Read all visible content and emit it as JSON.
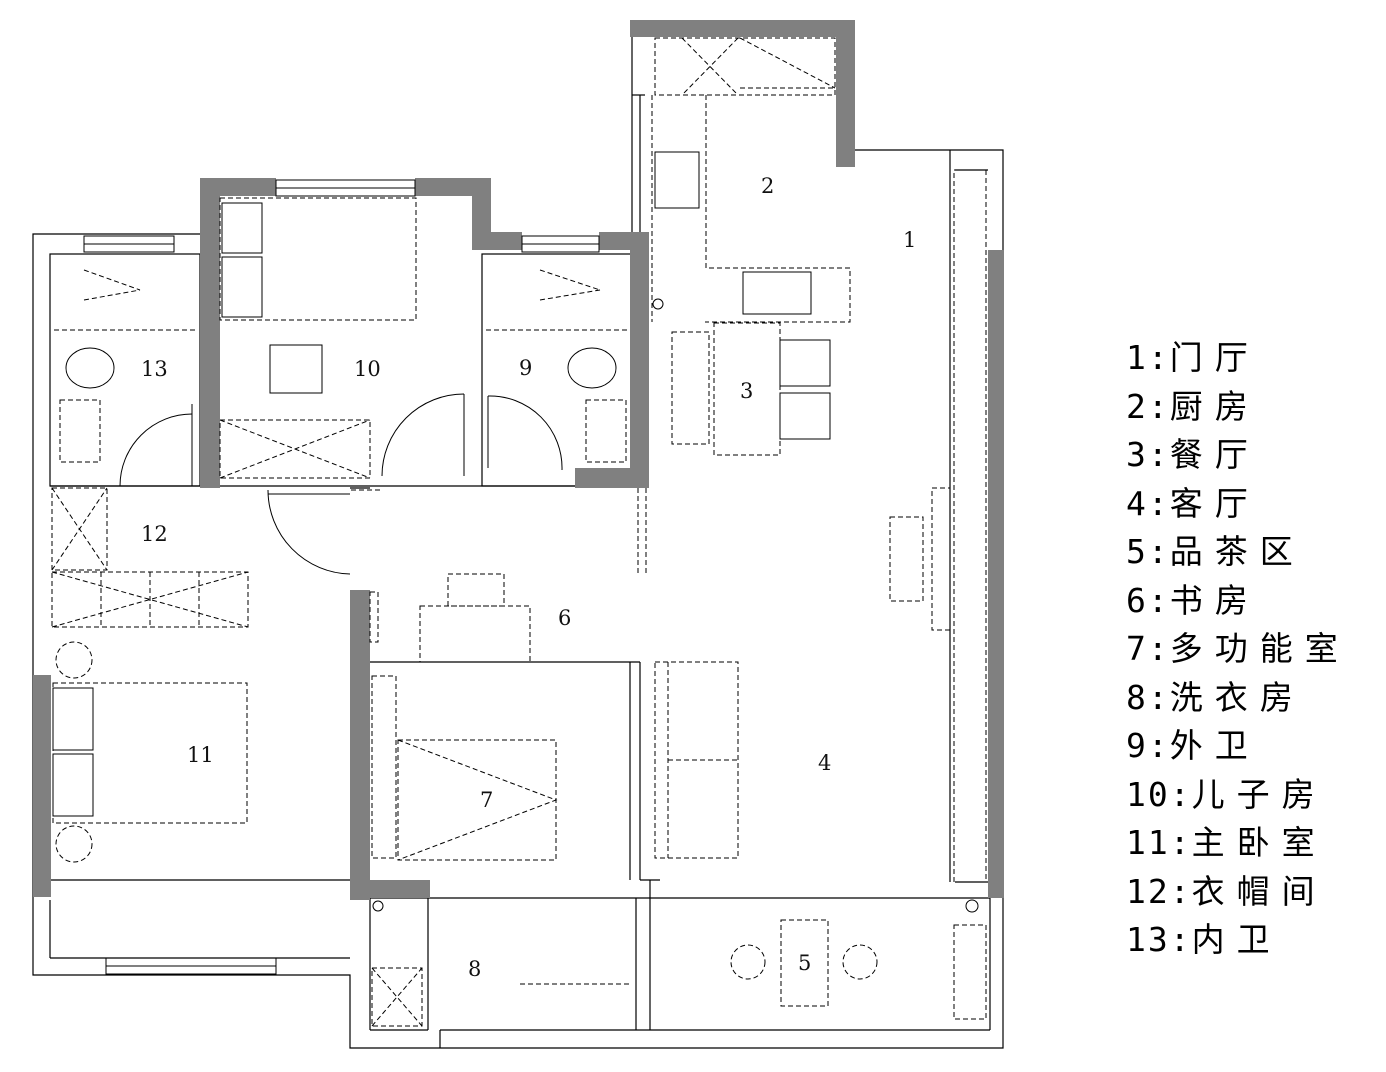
{
  "room_labels": {
    "r1": "1",
    "r2": "2",
    "r3": "3",
    "r4": "4",
    "r5": "5",
    "r6": "6",
    "r7": "7",
    "r8": "8",
    "r9": "9",
    "r10": "10",
    "r11": "11",
    "r12": "12",
    "r13": "13"
  },
  "legend": [
    {
      "num": "1:",
      "name": "门厅"
    },
    {
      "num": "2:",
      "name": "厨房"
    },
    {
      "num": "3:",
      "name": "餐厅"
    },
    {
      "num": "4:",
      "name": "客厅"
    },
    {
      "num": "5:",
      "name": "品茶区"
    },
    {
      "num": "6:",
      "name": "书房"
    },
    {
      "num": "7:",
      "name": "多功能室"
    },
    {
      "num": "8:",
      "name": "洗衣房"
    },
    {
      "num": "9:",
      "name": "外卫"
    },
    {
      "num": "10:",
      "name": "儿子房"
    },
    {
      "num": "11:",
      "name": "主卧室"
    },
    {
      "num": "12:",
      "name": "衣帽间"
    },
    {
      "num": "13:",
      "name": "内卫"
    }
  ],
  "colors": {
    "wall": "#808080",
    "line": "#000000",
    "background": "#ffffff"
  }
}
